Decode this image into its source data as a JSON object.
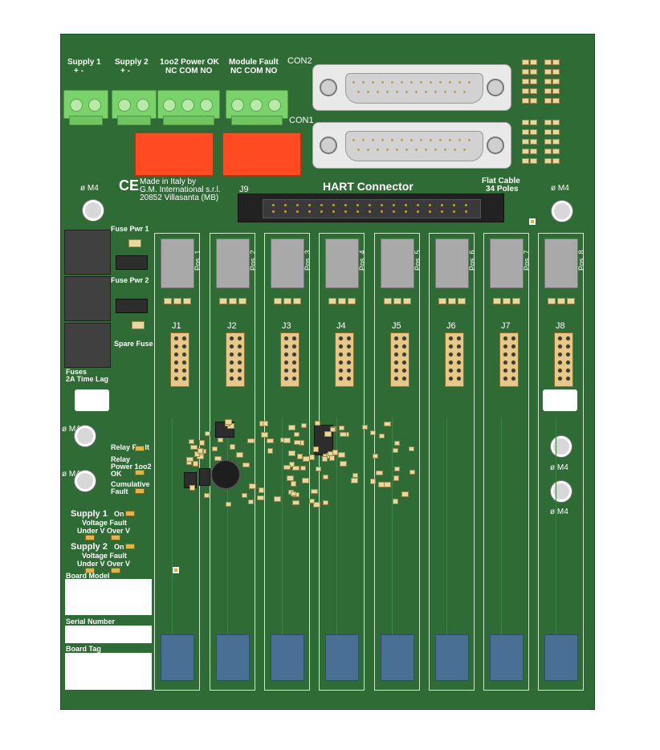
{
  "terminals": {
    "supply1": {
      "title": "Supply 1",
      "pins": "+   -"
    },
    "supply2": {
      "title": "Supply 2",
      "pins": "+   -"
    },
    "power_ok": {
      "title": "1oo2 Power OK",
      "pins": "NC COM NO"
    },
    "module_fault": {
      "title": "Module Fault",
      "pins": "NC COM NO"
    }
  },
  "connectors": {
    "con2": "CON2",
    "con1": "CON1"
  },
  "hart": {
    "title": "HART Connector",
    "j9": "J9",
    "flat_cable": "Flat Cable",
    "poles": "34 Poles"
  },
  "maker": {
    "ce": "CE",
    "line1": "Made in Italy by",
    "line2": "G.M. International s.r.l.",
    "line3": "20852 Villasanta (MB)"
  },
  "mounting": {
    "m4": "ø M4"
  },
  "fuses": {
    "fuse_pwr1": "Fuse Pwr 1",
    "fuse_pwr2": "Fuse Pwr 2",
    "spare": "Spare Fuse",
    "fuses_line1": "Fuses",
    "fuses_line2": "2A Time Lag"
  },
  "positions": [
    "Pos. 1",
    "Pos. 2",
    "Pos. 3",
    "Pos. 4",
    "Pos. 5",
    "Pos. 6",
    "Pos. 7",
    "Pos. 8"
  ],
  "jacks": [
    "J1",
    "J2",
    "J3",
    "J4",
    "J5",
    "J6",
    "J7",
    "J8"
  ],
  "leds": {
    "relay_fault": "Relay Fault",
    "relay_power_l1": "Relay",
    "relay_power_l2": "Power 1oo2",
    "relay_power_l3": "OK",
    "cumulative_l1": "Cumulative",
    "cumulative_l2": "Fault"
  },
  "supply_status": {
    "s1": "Supply 1",
    "s2": "Supply 2",
    "on": "On",
    "voltage_fault": "Voltage Fault",
    "under_over": "Under V  Over V"
  },
  "labels": {
    "board_model": "Board Model",
    "serial_number": "Serial Number",
    "board_tag": "Board Tag"
  }
}
